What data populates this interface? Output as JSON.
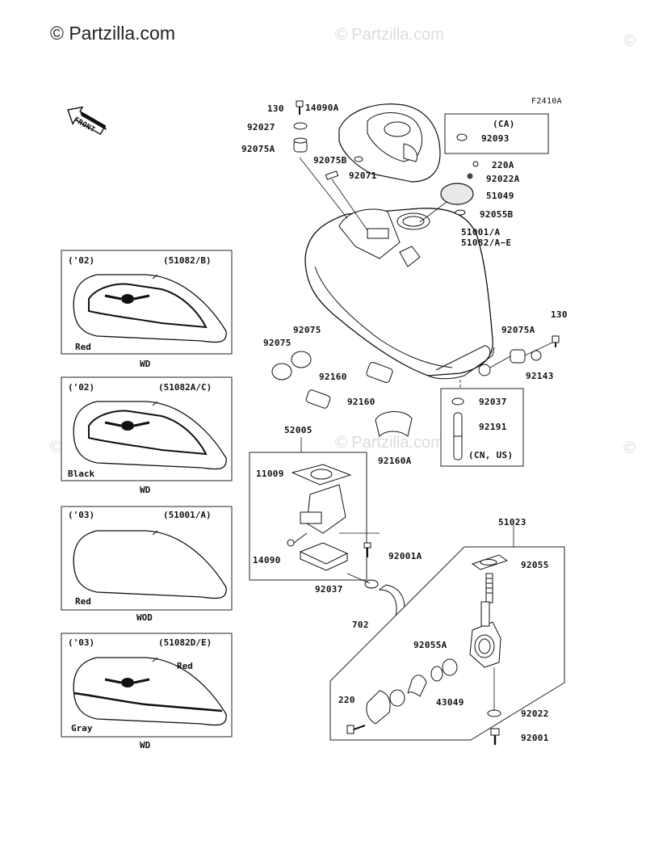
{
  "watermark": {
    "main": "© Partzilla.com",
    "faint": "© Partzilla.com",
    "faint_symbol": "©"
  },
  "figure_code": "F2410A",
  "front_label": "FRONT",
  "variants": [
    {
      "year": "('02)",
      "part": "(51082/B)",
      "color_labels": [
        "Red"
      ],
      "model": "WD"
    },
    {
      "year": "('02)",
      "part": "(51082A/C)",
      "color_labels": [
        "Black"
      ],
      "model": "WD"
    },
    {
      "year": "('03)",
      "part": "(51001/A)",
      "color_labels": [
        "Red"
      ],
      "model": "WOD"
    },
    {
      "year": "('03)",
      "part": "(51082D/E)",
      "color_labels": [
        "Red",
        "Gray"
      ],
      "model": "WD"
    }
  ],
  "boxes": {
    "ca": {
      "title": "(CA)",
      "part": "92093"
    },
    "cn_us": {
      "note": "(CN, US)",
      "part_a": "92037",
      "part_b": "92191"
    },
    "pump": {
      "title": "52005"
    },
    "cock": {
      "title": "51023"
    }
  },
  "parts": {
    "p130a": "130",
    "p14090A": "14090A",
    "p92027": "92027",
    "p92075A_top": "92075A",
    "p92075B": "92075B",
    "p92071": "92071",
    "p220A": "220A",
    "p92022A": "92022A",
    "p51049": "51049",
    "p92055B": "92055B",
    "p51001": "51001/A",
    "p51082": "51082/A~E",
    "p130b": "130",
    "p92075A_right": "92075A",
    "p92143": "92143",
    "p92075_a": "92075",
    "p92075_b": "92075",
    "p92160_a": "92160",
    "p92160_b": "92160",
    "p92160A": "92160A",
    "p11009": "11009",
    "p14090": "14090",
    "p92001A": "92001A",
    "p92037": "92037",
    "p702": "702",
    "p92055": "92055",
    "p92055A": "92055A",
    "p43049": "43049",
    "p220": "220",
    "p92022": "92022",
    "p92001": "92001"
  }
}
